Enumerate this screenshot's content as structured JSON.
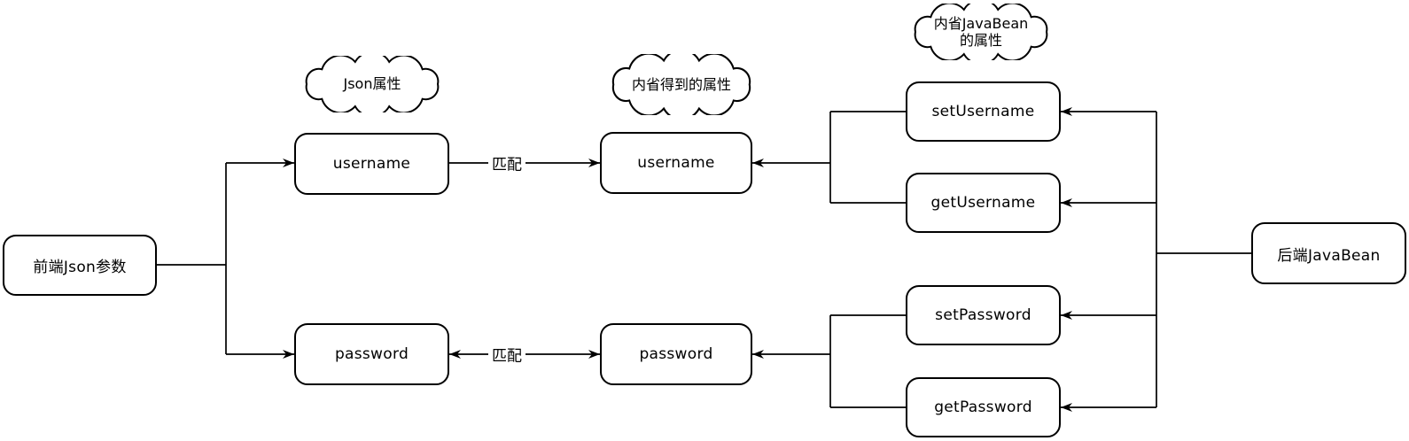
{
  "diagram": {
    "nodes": {
      "frontend_json": {
        "label": "前端Json参数"
      },
      "json_username": {
        "label": "username"
      },
      "json_password": {
        "label": "password"
      },
      "introspected_username": {
        "label": "username"
      },
      "introspected_password": {
        "label": "password"
      },
      "set_username": {
        "label": "setUsername"
      },
      "get_username": {
        "label": "getUsername"
      },
      "set_password": {
        "label": "setPassword"
      },
      "get_password": {
        "label": "getPassword"
      },
      "backend_javabean": {
        "label": "后端JavaBean"
      }
    },
    "clouds": {
      "json_attrs": {
        "label": "Json属性"
      },
      "introspected_attrs": {
        "label": "内省得到的属性"
      },
      "javabean_attrs": {
        "line1": "内省JavaBean",
        "line2": "的属性"
      }
    },
    "edge_labels": {
      "match_top": "匹配",
      "match_bottom": "匹配"
    },
    "colors": {
      "stroke": "#000000",
      "background": "#ffffff"
    }
  }
}
